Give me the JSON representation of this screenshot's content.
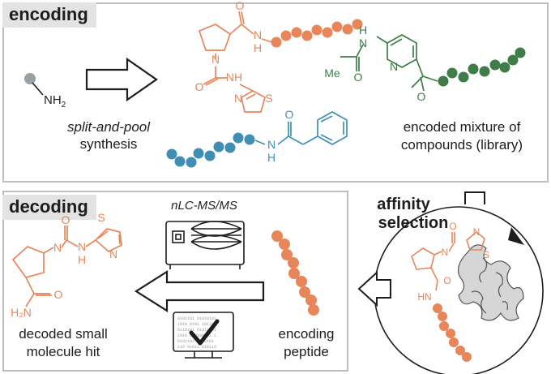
{
  "encoding_panel": {
    "tab_label": "encoding",
    "amine_label": "NH",
    "amine_subscript": "2",
    "process_line1": "split-and-pool",
    "process_line2": "synthesis",
    "result_line1": "encoded mixture of",
    "result_line2": "compounds (library)"
  },
  "decoding_panel": {
    "tab_label": "decoding",
    "instrument_label": "nLC-MS/MS",
    "peptide_line1": "encoding",
    "peptide_line2": "peptide",
    "hit_line1": "decoded small",
    "hit_line2": "molecule hit"
  },
  "selection": {
    "line1": "affinity",
    "line2": "selection"
  },
  "chem_labels": {
    "O": "O",
    "N": "N",
    "H": "H",
    "S": "S",
    "NH": "NH",
    "HN": "HN",
    "Me": "Me",
    "H2N": "H₂N"
  },
  "colors": {
    "orange": "#e8865a",
    "green": "#3e7d48",
    "blue": "#3f8fb5",
    "grey_bead": "#9aa0a4",
    "panel_border": "#bdbdbd",
    "tab_bg": "#e3e3e3",
    "text": "#1d1d1d"
  }
}
